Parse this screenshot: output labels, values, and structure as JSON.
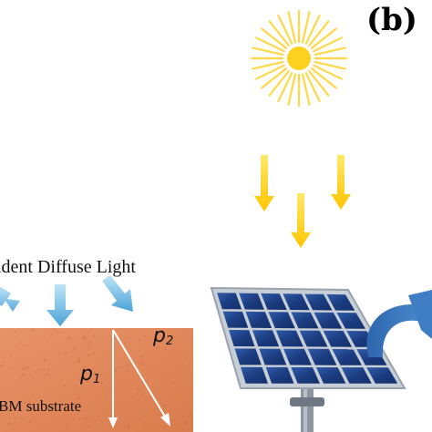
{
  "panel_label": "(b)",
  "incident_label": "ident Diffuse Light",
  "p1": {
    "base": "p",
    "sub": "1"
  },
  "p2": {
    "base": "p",
    "sub": "2"
  },
  "substrate_label": "BM substrate",
  "colors": {
    "sun": "#ffd21f",
    "sun_rays": "#ffd84a",
    "sun_arrows": "#f2b400",
    "diffuse_arrows": "#7ec4e8",
    "substrate": "#e28a5a",
    "panel_cell": "#1c3f86",
    "panel_frame": "#b9c0c9",
    "curved_arrow": "#3f7ec4"
  }
}
